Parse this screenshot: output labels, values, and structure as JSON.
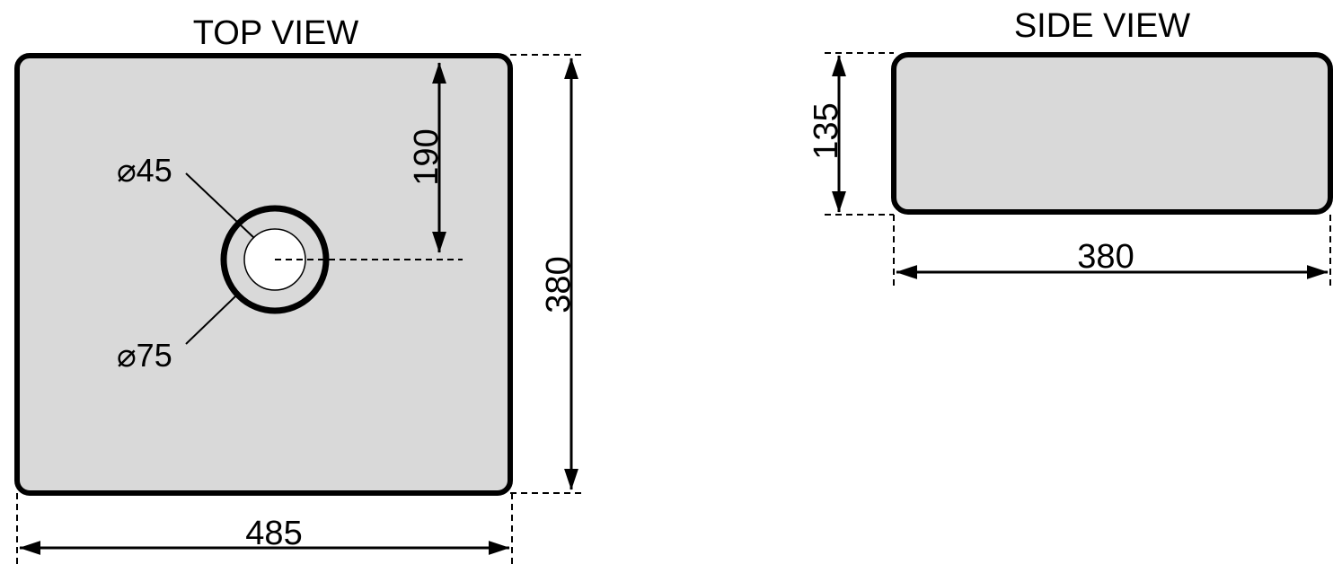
{
  "top_view": {
    "title": "TOP VIEW",
    "width_label": "485",
    "height_label": "380",
    "drain_offset_label": "190",
    "inner_diameter_label": "⌀45",
    "outer_diameter_label": "⌀75"
  },
  "side_view": {
    "title": "SIDE VIEW",
    "width_label": "380",
    "height_label": "135"
  },
  "colors": {
    "fill": "#d9d9d9",
    "stroke": "#000000",
    "hole": "#ffffff"
  }
}
